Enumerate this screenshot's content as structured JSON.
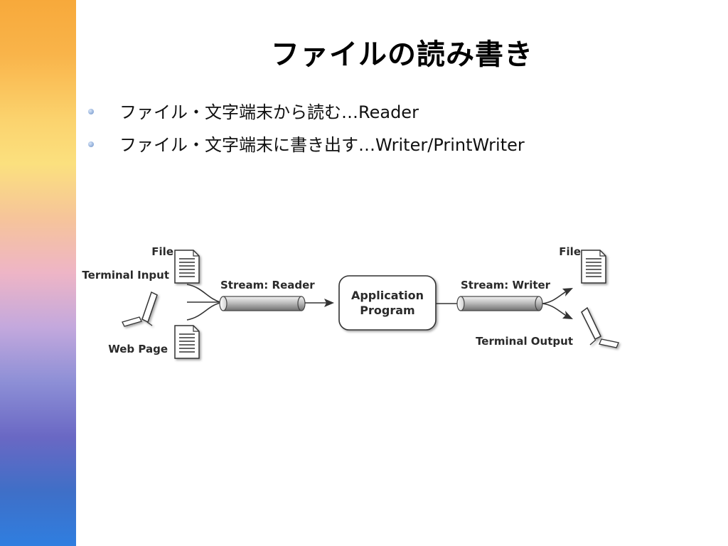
{
  "slide": {
    "title": "ファイルの読み書き",
    "bullets": [
      "ファイル・文字端末から読む…Reader",
      "ファイル・文字端末に書き出す…Writer/PrintWriter"
    ]
  },
  "diagram": {
    "inputs": {
      "file": "File",
      "terminal": "Terminal Input",
      "web": "Web Page"
    },
    "reader_stream": "Stream:  Reader",
    "application": [
      "Application",
      "Program"
    ],
    "writer_stream": "Stream:  Writer",
    "outputs": {
      "file": "File",
      "terminal": "Terminal Output"
    },
    "icons": {
      "document": "document-icon",
      "terminal": "terminal-icon",
      "pipe": "pipe-icon"
    }
  }
}
